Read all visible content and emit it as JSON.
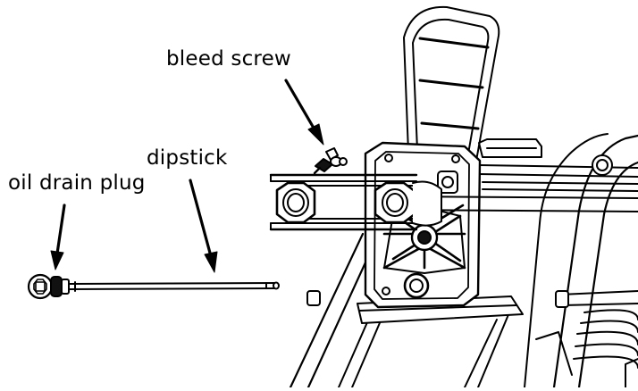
{
  "labels": {
    "bleed_screw": "bleed screw",
    "dipstick": "dipstick",
    "oil_drain_plug": "oil drain plug"
  },
  "colors": {
    "line": "#000000",
    "fill": "#ffffff",
    "dark_fill": "#111111"
  }
}
